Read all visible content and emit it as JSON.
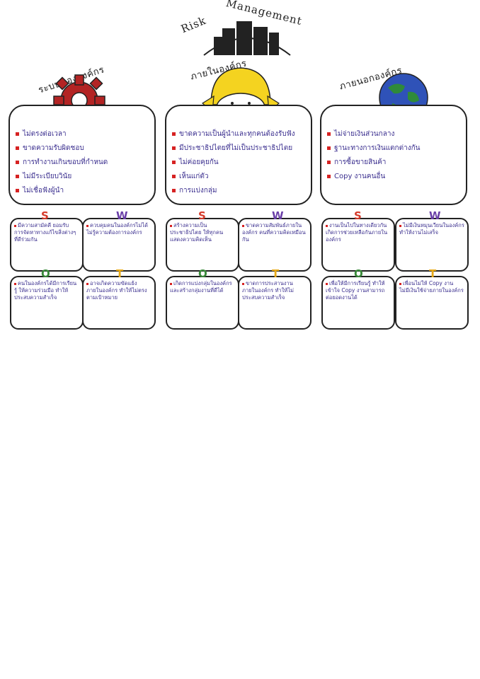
{
  "title": {
    "part1": "Risk",
    "part2": "Management"
  },
  "columns": [
    {
      "heading": "ระบบขององค์กร",
      "items": [
        "ไม่ตรงต่อเวลา",
        "ขาดความรับผิดชอบ",
        "การทำงานเกินขอบที่กำหนด",
        "ไม่มีระเบียบวินัย",
        "ไม่เชื่อฟังผู้นำ"
      ],
      "s": "มีความสามัคคี ยอมรับ การจัดหาทางแก้ไขสิ่งต่างๆที่ดีร่วมกัน",
      "w": "ควบคุมคนในองค์กรไม่ได้ ไม่รู้ความต้องการองค์กร",
      "o": "คนในองค์กรได้มีการเรียนรู้ ให้ความร่วมมือ ทำให้ประสบความสำเร็จ",
      "t": "อาจเกิดความขัดแย้งภายในองค์กร ทำให้ไม่ตรงตามเป้าหมาย"
    },
    {
      "heading": "ภายในองค์กร",
      "items": [
        "ขาดความเป็นผู้นำและทุกคนต้องรับฟัง",
        "มีประชาธิปไตยที่ไม่เป็นประชาธิปไตย",
        "ไม่ค่อยคุยกัน",
        "เห็นแก่ตัว",
        "การแบ่งกลุ่ม"
      ],
      "s": "สร้างความเป็นประชาธิปไตย ให้ทุกคนแสดงความคิดเห็น",
      "w": "ขาดความสัมพันธ์ภายในองค์กร คนที่ความคิดเหมือนกัน",
      "o": "เกิดการแบ่งกลุ่มในองค์กร และสร้างกลุ่มงานที่ดีได้",
      "t": "ขาดการประสานงานภายในองค์กร ทำให้ไม่ประสบความสำเร็จ"
    },
    {
      "heading": "ภายนอกองค์กร",
      "items": [
        "ไม่จ่ายเงินส่วนกลาง",
        "ฐานะทางการเงินแตกต่างกัน",
        "การซื้อขายสินค้า",
        "Copy งานคนอื่น"
      ],
      "s": "งานเป็นไปในทางเดียวกัน เกิดการช่วยเหลือกันภายในองค์กร",
      "w": "ไม่มีเงินหมุนเวียนในองค์กร ทำให้งานไม่เสร็จ",
      "o": "เพื่อให้มีการเรียนรู้ ทำให้เข้าใจ Copy งานสามารถต่อยอดงานได้",
      "t": "เพื่อนไม่ให้ Copy งาน ไม่มีเงินใช้จ่ายภายในองค์กร"
    }
  ],
  "swot_letters": {
    "s": "S",
    "w": "W",
    "o": "O",
    "t": "T"
  }
}
